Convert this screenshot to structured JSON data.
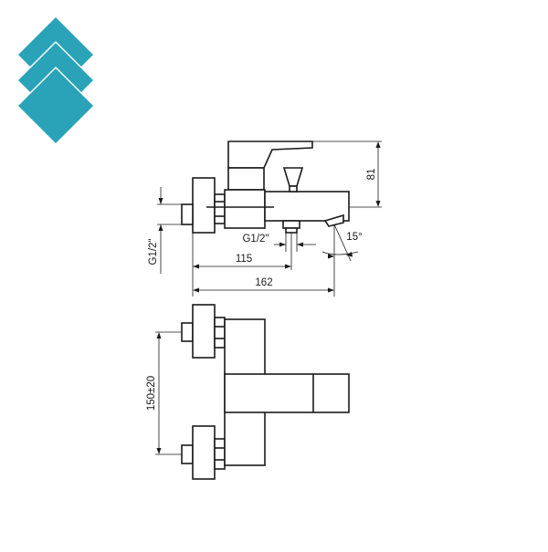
{
  "brand": {
    "logo_color": "#2aa3b8"
  },
  "dimensions": {
    "height_81": "81",
    "thread_vertical": "G1/2\"",
    "thread_outlet": "G1/2\"",
    "angle": "15°",
    "length_115": "115",
    "length_162": "162",
    "spacing": "150±20"
  }
}
